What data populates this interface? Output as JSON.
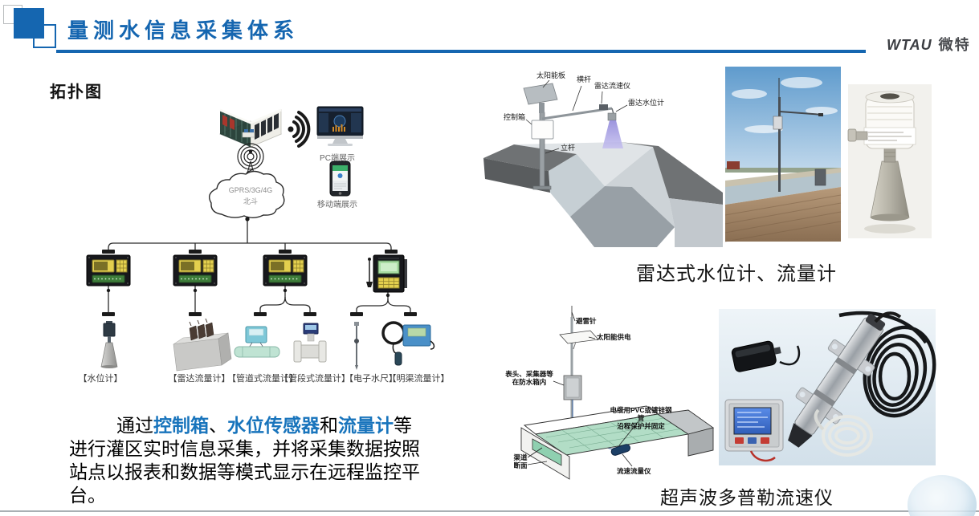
{
  "header": {
    "title": "量测水信息采集体系",
    "logo_brand": "WTAU",
    "logo_name": "微特"
  },
  "topology": {
    "heading": "拓扑图",
    "pc_label": "PC端展示",
    "mobile_label": "移动端展示",
    "network": {
      "line1": "GPRS/3G/4G",
      "line2": "北斗"
    },
    "sensor_labels": [
      "【水位计】",
      "【雷达流量计】",
      "【管道式流量计】",
      "【管段式流量计】",
      "【电子水尺】",
      "【明渠流量计】"
    ]
  },
  "description": {
    "segments": [
      {
        "text": "通过",
        "highlight": false
      },
      {
        "text": "控制箱",
        "highlight": true
      },
      {
        "text": "、",
        "highlight": false
      },
      {
        "text": "水位传感器",
        "highlight": true
      },
      {
        "text": "和",
        "highlight": false
      },
      {
        "text": "流量计",
        "highlight": true
      },
      {
        "text": "等进行灌区实时信息采集，并将采集数据按照站点以报表和数据等模式显示在远程监控平台。",
        "highlight": false
      }
    ]
  },
  "radar_station": {
    "caption": "雷达式水位计、流量计",
    "labels": {
      "solar_panel": "太阳能板",
      "cross_bar": "横杆",
      "radar_velocity_meter": "雷达流速仪",
      "radar_level_meter": "雷达水位计",
      "control_box": "控制箱",
      "pole": "立杆"
    }
  },
  "doppler_station": {
    "caption": "超声波多普勒流速仪",
    "labels": {
      "lightning_rod": "避雷针",
      "solar_power": "太阳能供电",
      "waterproof_box": "表头、采集器等\n在防水箱内",
      "cable_protection": "电缆用PVC或镀锌钢管\n沿程保护并固定",
      "channel_section": "渠道\n断面",
      "velocity_flow_meter": "流速流量仪"
    }
  },
  "colors": {
    "brand_blue": "#1566b0",
    "highlight_blue": "#1874bc",
    "logo_red": "#d93a2b",
    "text_black": "#141414",
    "beam_purple": "#8b83d8",
    "water_green": "#b2ddc6"
  }
}
